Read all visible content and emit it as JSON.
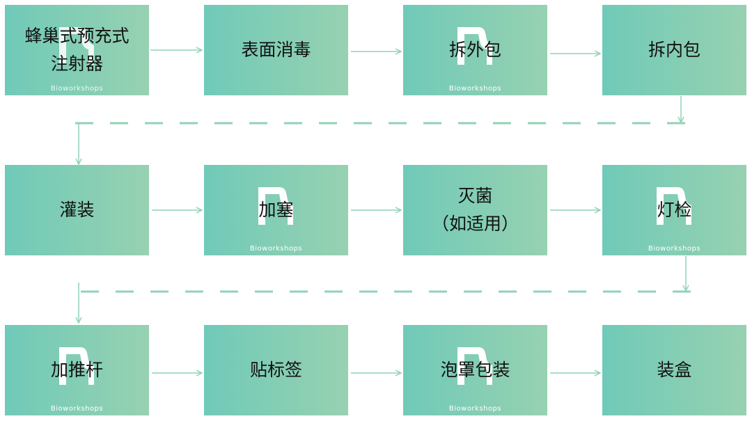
{
  "watermark": "Bioworkshops",
  "colors": {
    "box_start": "#70cab8",
    "box_end": "#97d1b1",
    "connector": "#8fd3b5"
  },
  "steps": [
    {
      "label": "蜂巢式预充式\n注射器"
    },
    {
      "label": "表面消毒"
    },
    {
      "label": "拆外包"
    },
    {
      "label": "拆内包"
    },
    {
      "label": "灌装"
    },
    {
      "label": "加塞"
    },
    {
      "label": "灭菌\n（如适用）"
    },
    {
      "label": "灯检"
    },
    {
      "label": "加推杆"
    },
    {
      "label": "贴标签"
    },
    {
      "label": "泡罩包装"
    },
    {
      "label": "装盒"
    }
  ]
}
